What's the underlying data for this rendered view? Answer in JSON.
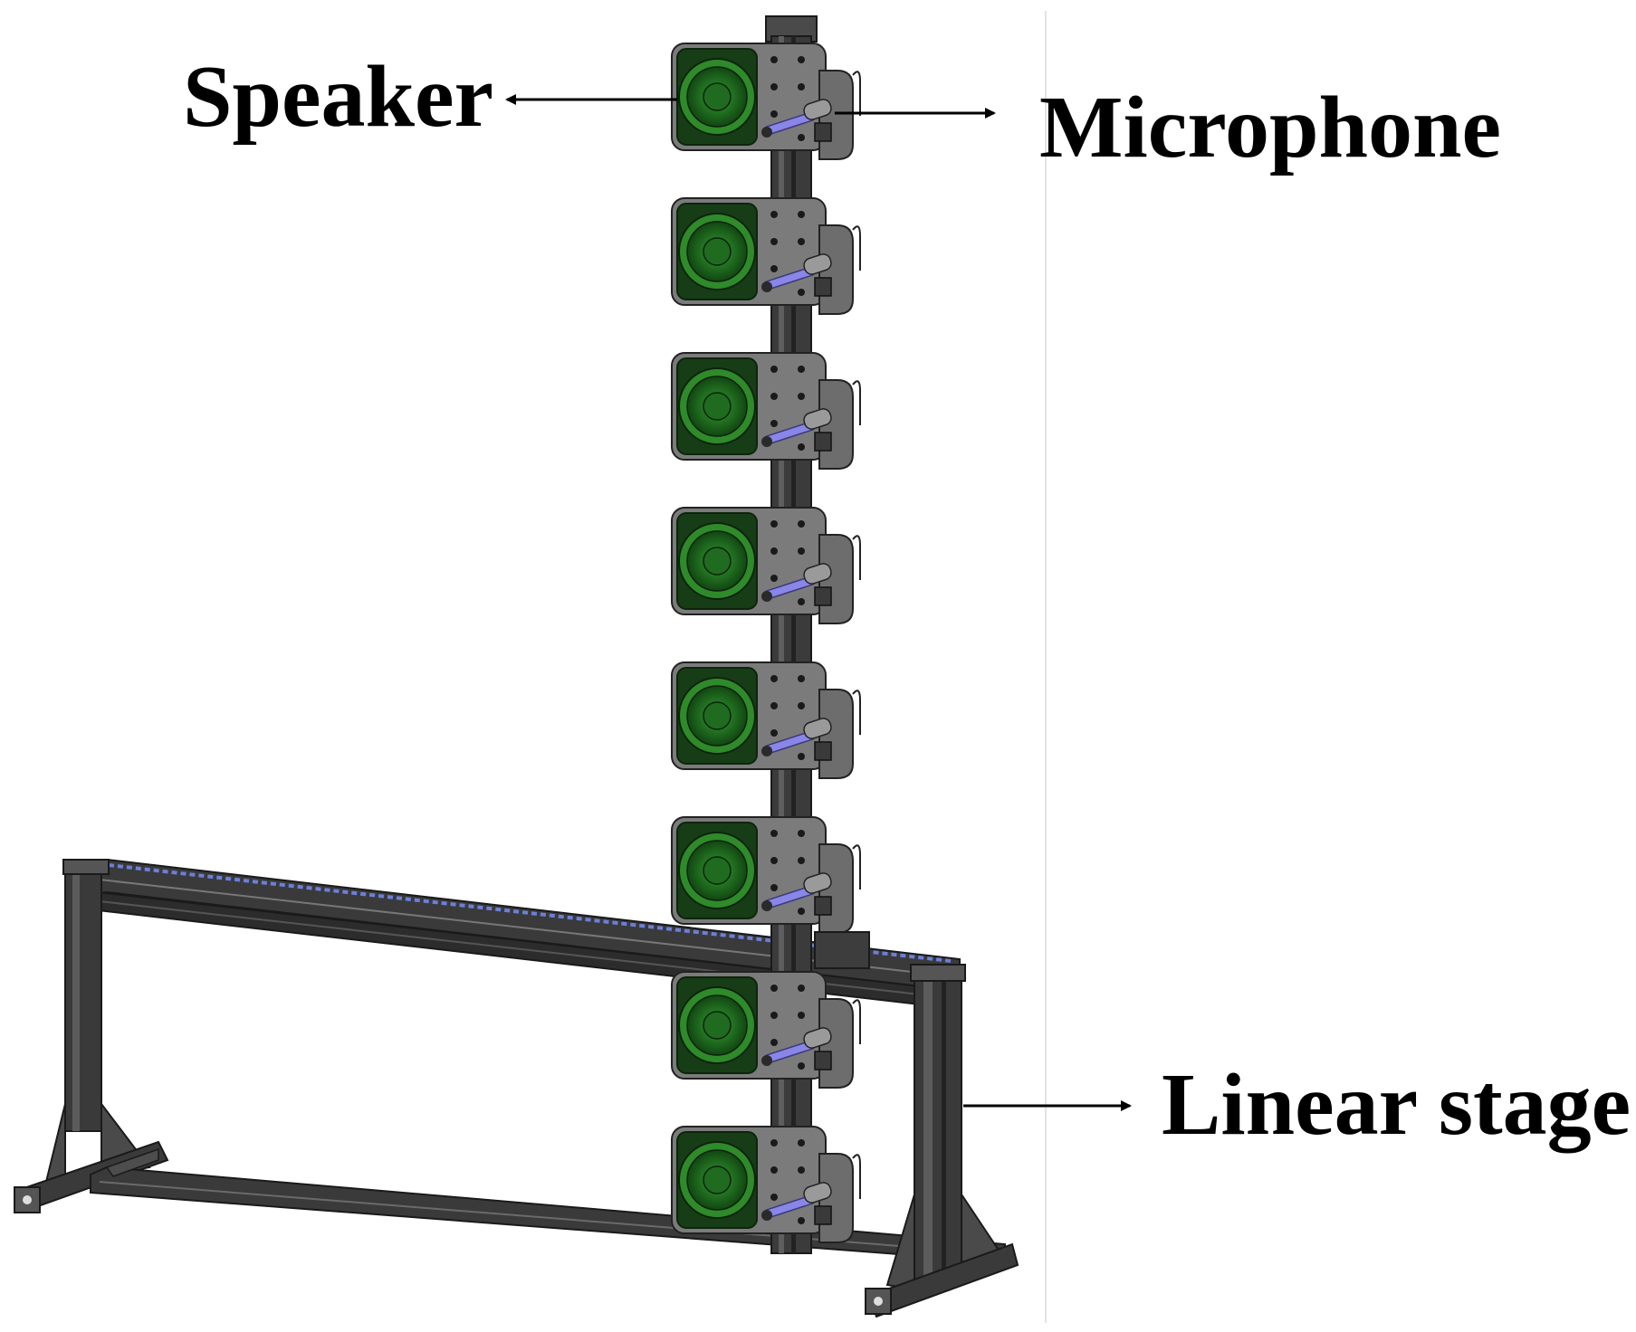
{
  "labels": {
    "speaker": "Speaker",
    "microphone": "Microphone",
    "linear_stage": "Linear stage"
  },
  "modules": {
    "count": 8
  },
  "colors": {
    "frame": "#3a3a3a",
    "frame_light": "#6a6a6a",
    "plate": "#7b7b7b",
    "speaker_cone": "#1f6b1f",
    "speaker_ring": "#2f8a2a",
    "microphone": "#8a86e8",
    "rail_stripe": "#6c7fd8"
  }
}
